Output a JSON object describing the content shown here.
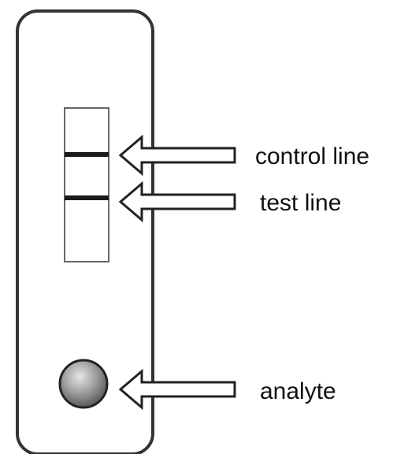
{
  "labels": {
    "control": "control line",
    "test": "test line",
    "analyte": "analyte"
  },
  "icons": {
    "arrow": "left-arrow-icon",
    "well": "sample-well-icon"
  },
  "colors": {
    "band": "#1a1a1a",
    "outline": "#333333",
    "cassette_fill": "#ffffff",
    "well_fill": "#8f8f8f",
    "text": "#111111"
  }
}
